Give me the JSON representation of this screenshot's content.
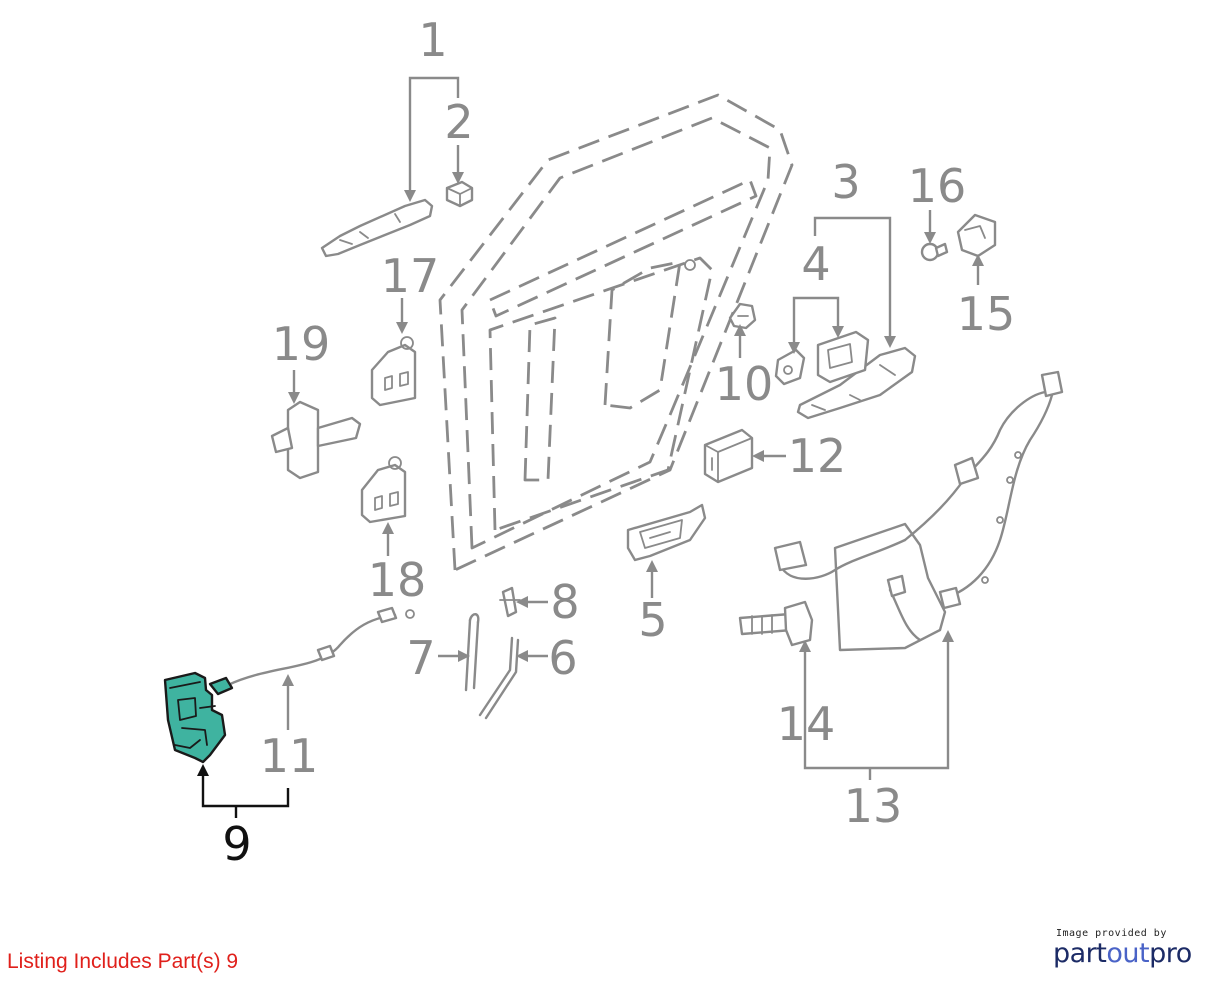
{
  "diagram": {
    "callouts": [
      {
        "id": "1",
        "label": "1"
      },
      {
        "id": "2",
        "label": "2"
      },
      {
        "id": "3",
        "label": "3"
      },
      {
        "id": "4",
        "label": "4"
      },
      {
        "id": "5",
        "label": "5"
      },
      {
        "id": "6",
        "label": "6"
      },
      {
        "id": "7",
        "label": "7"
      },
      {
        "id": "8",
        "label": "8"
      },
      {
        "id": "9",
        "label": "9",
        "highlighted": true
      },
      {
        "id": "10",
        "label": "10"
      },
      {
        "id": "11",
        "label": "11"
      },
      {
        "id": "12",
        "label": "12"
      },
      {
        "id": "13",
        "label": "13"
      },
      {
        "id": "14",
        "label": "14"
      },
      {
        "id": "15",
        "label": "15"
      },
      {
        "id": "16",
        "label": "16"
      },
      {
        "id": "17",
        "label": "17"
      },
      {
        "id": "18",
        "label": "18"
      },
      {
        "id": "19",
        "label": "19"
      }
    ],
    "highlight_color": "#3fb3a0",
    "line_color": "#8a8a8a"
  },
  "footer": {
    "listing_note": "Listing Includes Part(s) 9",
    "listing_note_color": "#e0201b",
    "credit": "Image provided by",
    "brand_part": "part",
    "brand_out": "out",
    "brand_pro": "pro"
  }
}
